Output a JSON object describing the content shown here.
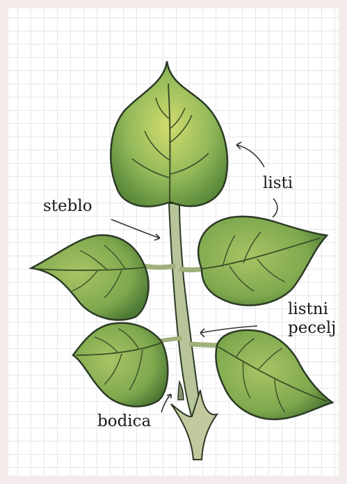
{
  "labels": {
    "leaves": "listi",
    "stem": "steblo",
    "petiole_line1": "listni",
    "petiole_line2": "pecelj",
    "thorn": "bodica"
  },
  "colors": {
    "leaf_fill": "#8db55a",
    "leaf_light": "#c7d86a",
    "leaf_dark": "#3f5f2d",
    "outline": "#2c3a24",
    "stem": "#b9c59a",
    "vein": "#3a4d28",
    "arrow": "#333333",
    "grid": "#e6e6e9"
  }
}
